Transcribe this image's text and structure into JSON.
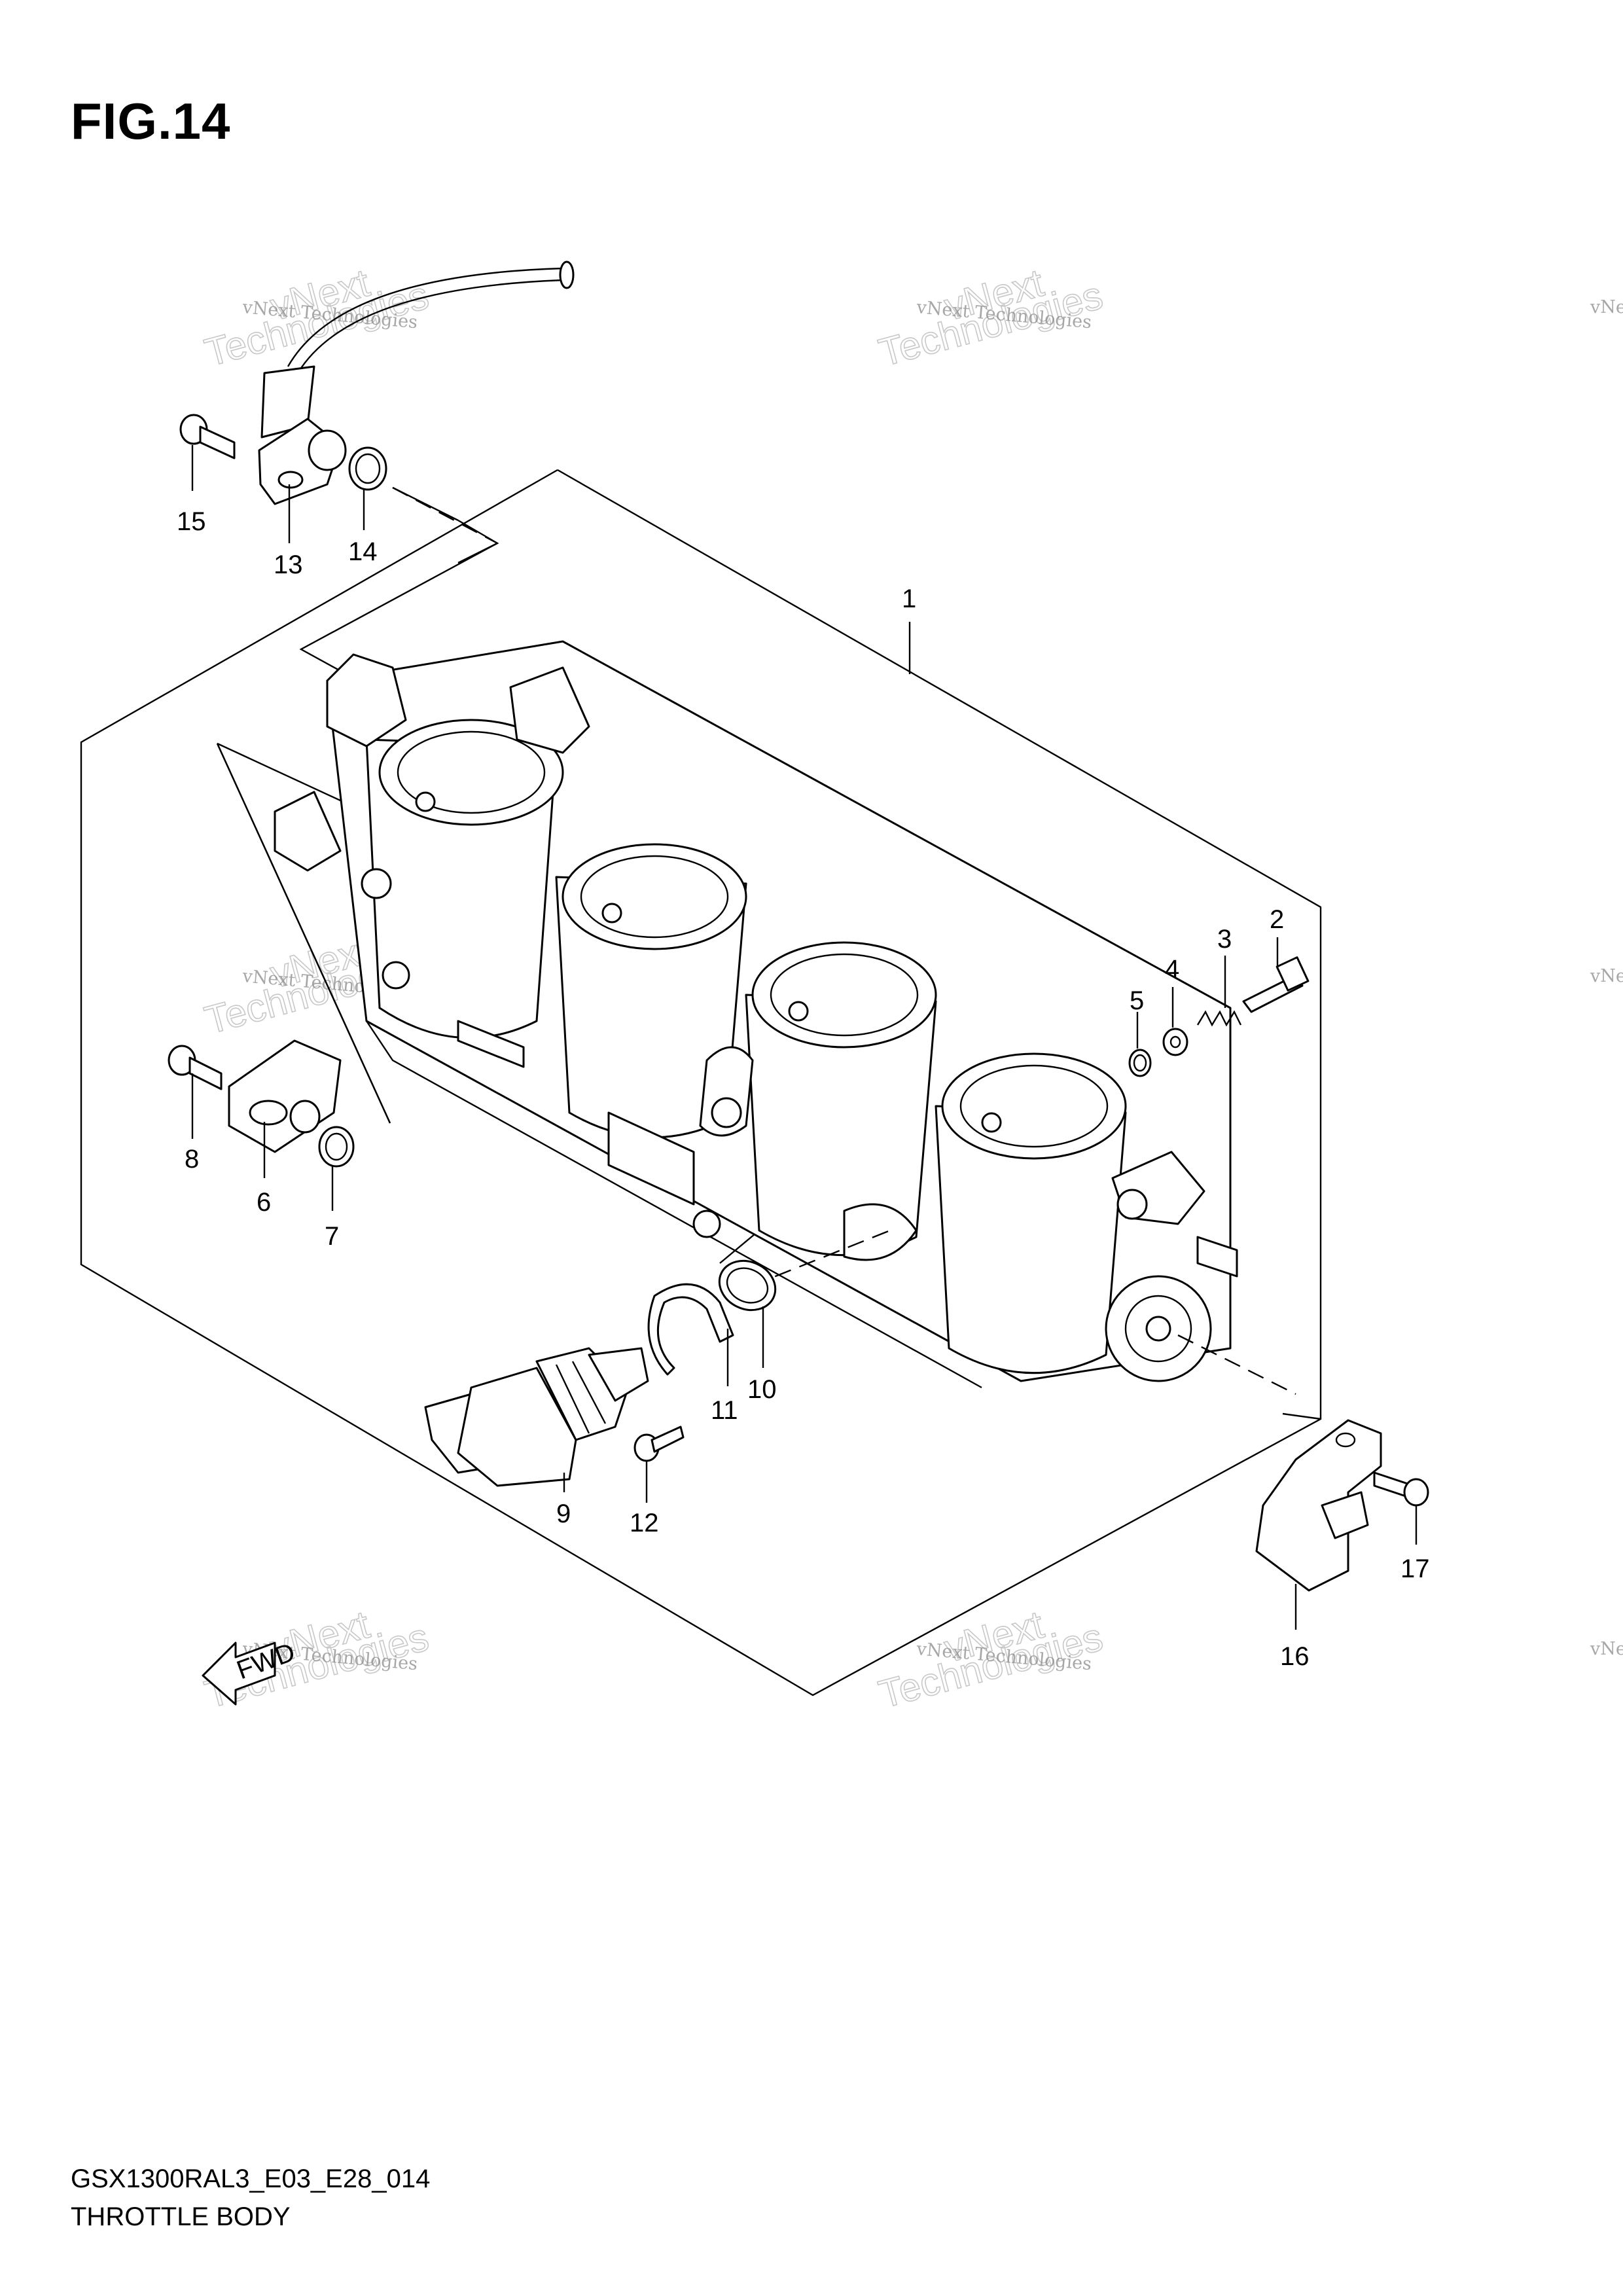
{
  "figure": {
    "title": "FIG.14"
  },
  "caption": {
    "code": "GSX1300RAL3_E03_E28_014",
    "name": "THROTTLE BODY"
  },
  "callouts": [
    "1",
    "2",
    "3",
    "4",
    "5",
    "6",
    "7",
    "8",
    "9",
    "10",
    "11",
    "12",
    "13",
    "14",
    "15",
    "16",
    "17"
  ],
  "watermark": {
    "small": "vNext Technologies",
    "big_a": "vNext",
    "big_b": "Technologies"
  },
  "fwd_label": "FWD"
}
